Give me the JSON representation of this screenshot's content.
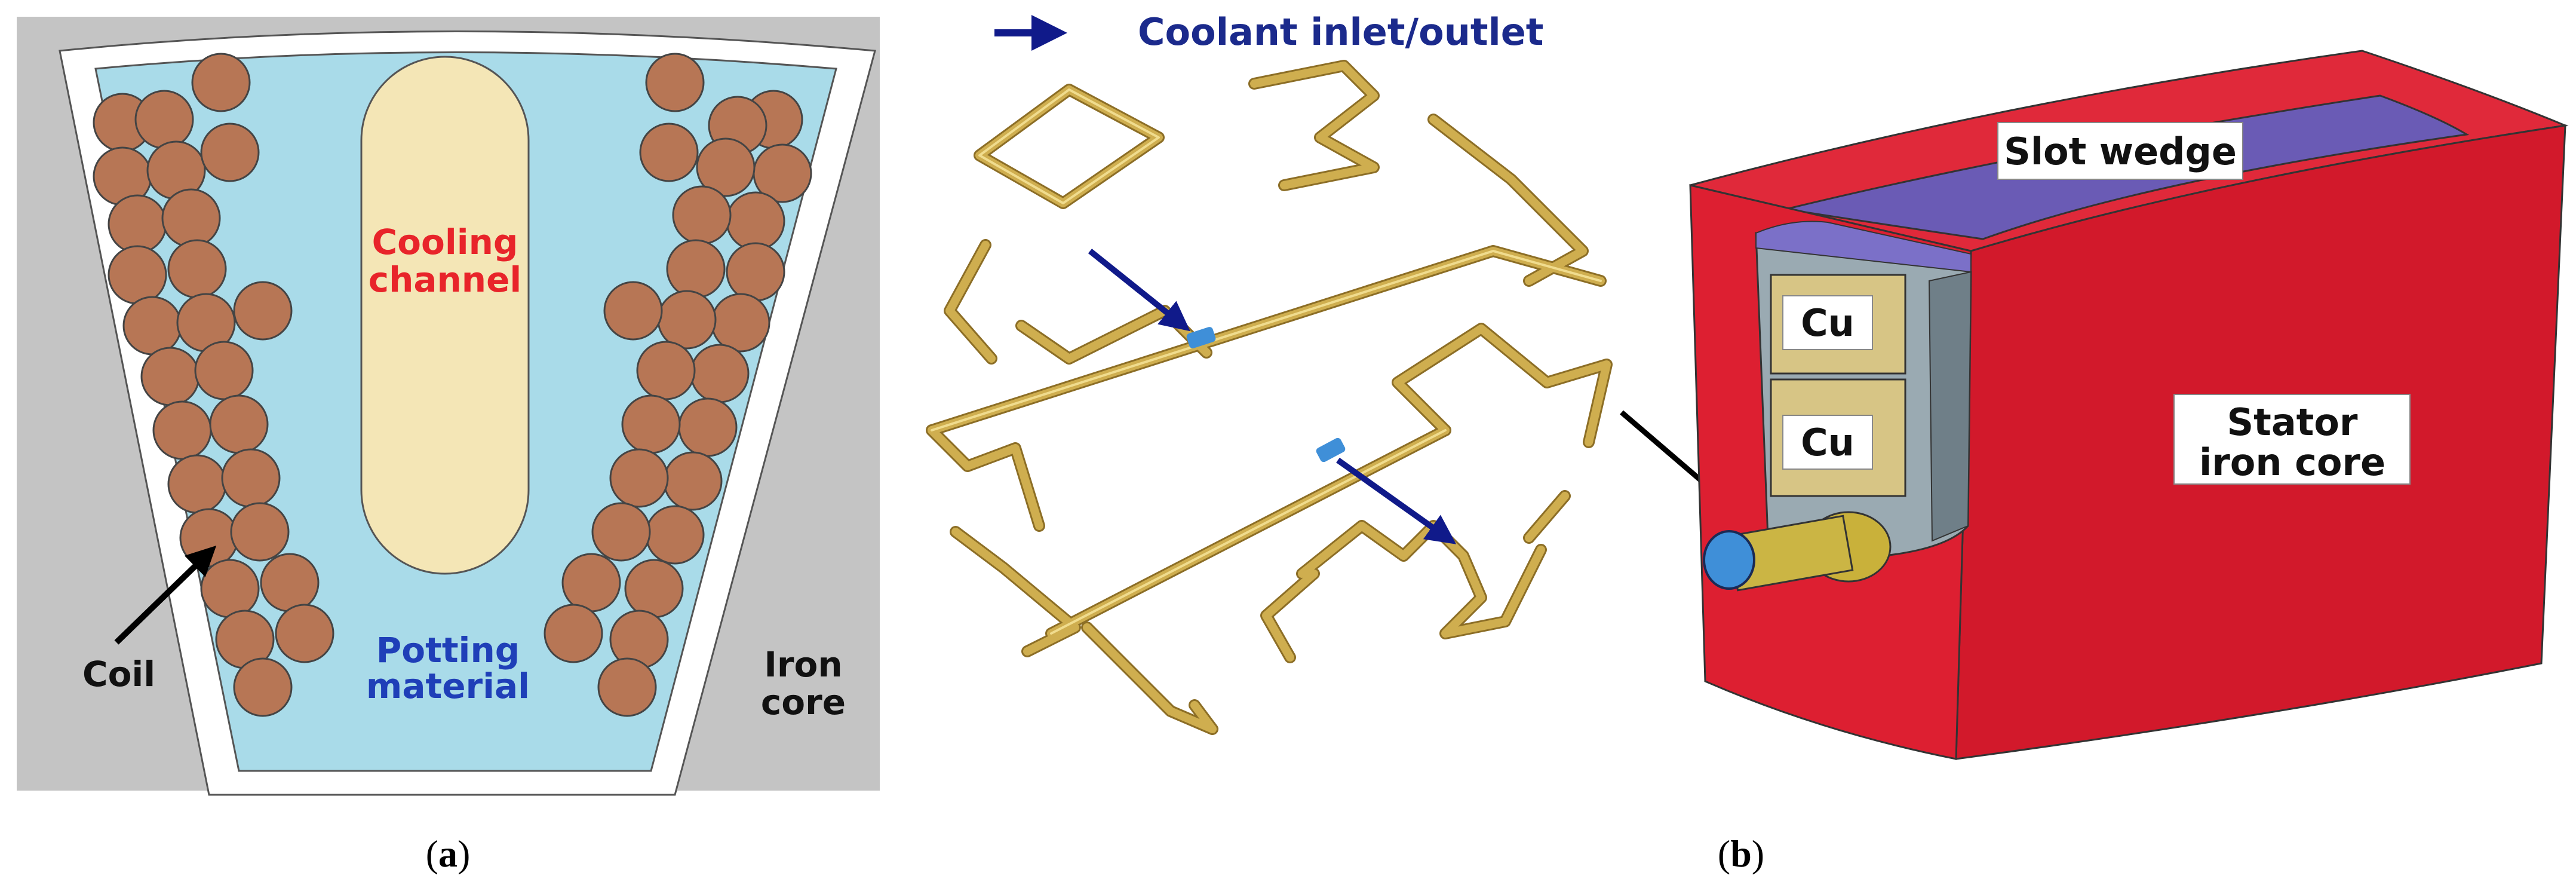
{
  "panel_a": {
    "labels": {
      "cooling_channel_line1": "Cooling",
      "cooling_channel_line2": "channel",
      "coil": "Coil",
      "potting_line1": "Potting",
      "potting_line2": "material",
      "iron_line1": "Iron",
      "iron_line2": "core"
    },
    "caption": {
      "open": "(",
      "letter": "a",
      "close": ")"
    }
  },
  "panel_b": {
    "legend": {
      "label": "Coolant inlet/outlet"
    },
    "labels": {
      "slot_wedge": "Slot wedge",
      "cu_top": "Cu",
      "cu_bottom": "Cu",
      "stator_line1": "Stator",
      "stator_line2": "iron core"
    },
    "caption": {
      "open": "(",
      "letter": "b",
      "close": ")"
    }
  },
  "colors": {
    "iron_gray": "#c4c4c4",
    "potting_blue": "#a9dbe9",
    "coil_brown": "#b77655",
    "channel_cream": "#f4e6b6",
    "label_red": "#e8242a",
    "label_navy": "#1b2a8c",
    "label_blue": "#1f3fb8",
    "pipe_gold": "#c9a84a",
    "stator_red": "#d91e2f",
    "wedge_purple": "#6a5bb5"
  }
}
